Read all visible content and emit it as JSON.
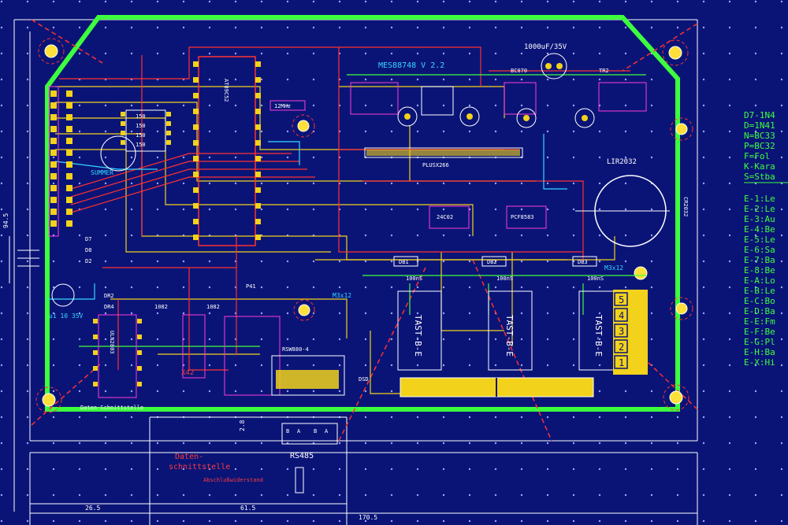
{
  "title": "MES88748 V 2.2",
  "capacitor_label": "1000uF/35V",
  "board_labels": {
    "transistor_1": "BC070",
    "diode_tr": "TR2",
    "resistor_values": [
      "150",
      "150",
      "150",
      "150"
    ],
    "cpu": "AT89C52",
    "buzzer": "SUMMER",
    "crystal": "12MHz",
    "display_conn": "PLUSX266",
    "ic_24c": "24C02",
    "ic_pcf": "PCF8583",
    "ic_db": "DB1",
    "ic_db2": "DB2",
    "ic_db3": "DB3",
    "battery": "LIR2032",
    "battery_side": "CR2032",
    "tast_labels": [
      "TAST-B-E",
      "TAST-B-E",
      "TAST-B-E"
    ],
    "screw_left": "M3x12",
    "screw_right": "M3x12",
    "hundred_ns": [
      "100nS",
      "100nS",
      "100nS"
    ],
    "uln": "ULN2803",
    "data_if_top": "Daten-Schnittstelle",
    "rs_chip": "RSW880-4",
    "dsd": "DSD",
    "x42": "X42",
    "r_labels": [
      "DR2",
      "DR4",
      "1082",
      "1082"
    ],
    "r_small": [
      "D7",
      "D8",
      "D2"
    ],
    "cap_small": "u1 10 35V",
    "p41": "P41"
  },
  "key_pad_numbers": [
    "5",
    "4",
    "3",
    "2",
    "1"
  ],
  "legend": [
    "D7-1N4",
    "D=1N41",
    "N=BC33",
    "P=BC32",
    "F=Fol",
    "K-Kara",
    "S=Stba",
    "E-1:Le",
    "E-2:Le",
    "E-3:Au",
    "E-4:Be",
    "E-5:Le",
    "E-6:Sa",
    "E-7:Ba",
    "E-8:Be",
    "E-A:Lo",
    "E-B:Le",
    "E-C:Bo",
    "E-D:Ba",
    "E-E:Fm",
    "E-F:Be",
    "E-G:Pl",
    "E-H:Ba",
    "E-X:Hi"
  ],
  "bottom_panel": {
    "label_line1": "Daten-",
    "label_line2": "schnittstelle",
    "rs485": "RS485",
    "pins": [
      "B",
      "A",
      "B",
      "A"
    ],
    "cable_label": "Abschlußwiderstand"
  },
  "dimensions": {
    "dim_26": "26.5",
    "dim_61": "61.5",
    "dim_170": "170.5",
    "dim_side": "94.5",
    "dim_height": "2.8"
  },
  "colors": {
    "background": "#0a1477",
    "outline": "#3dff3d",
    "trace_red": "#ff3030",
    "trace_yellow": "#f2d21a",
    "trace_cyan": "#35d7ff",
    "silk": "#ffffff",
    "accent_magenta": "#ff3bd6"
  }
}
